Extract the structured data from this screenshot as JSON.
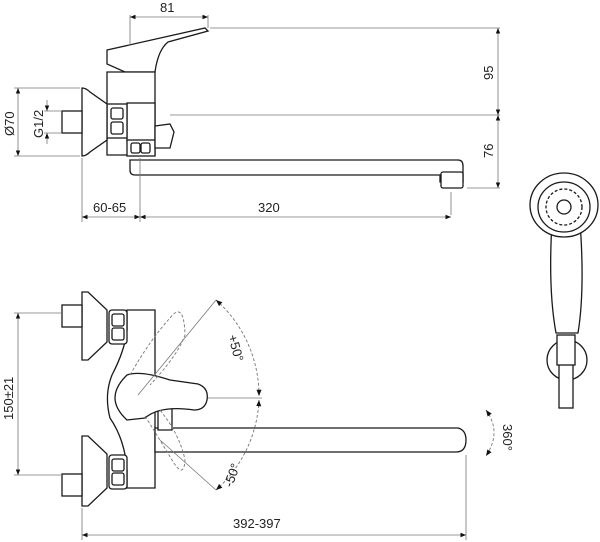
{
  "dimensions": {
    "lever_reach": "81",
    "lever_height": "95",
    "spout_height": "76",
    "flange_diameter": "Ø70",
    "thread": "G1/2",
    "wall_offset": "60-65",
    "spout_length": "320",
    "centres": "150±21",
    "total_projection": "392-397",
    "lever_up_angle": "+50°",
    "lever_down_angle": "-50°",
    "spout_rotation": "360°"
  },
  "colors": {
    "line": "#1a1a1a",
    "dimension": "#777777"
  }
}
